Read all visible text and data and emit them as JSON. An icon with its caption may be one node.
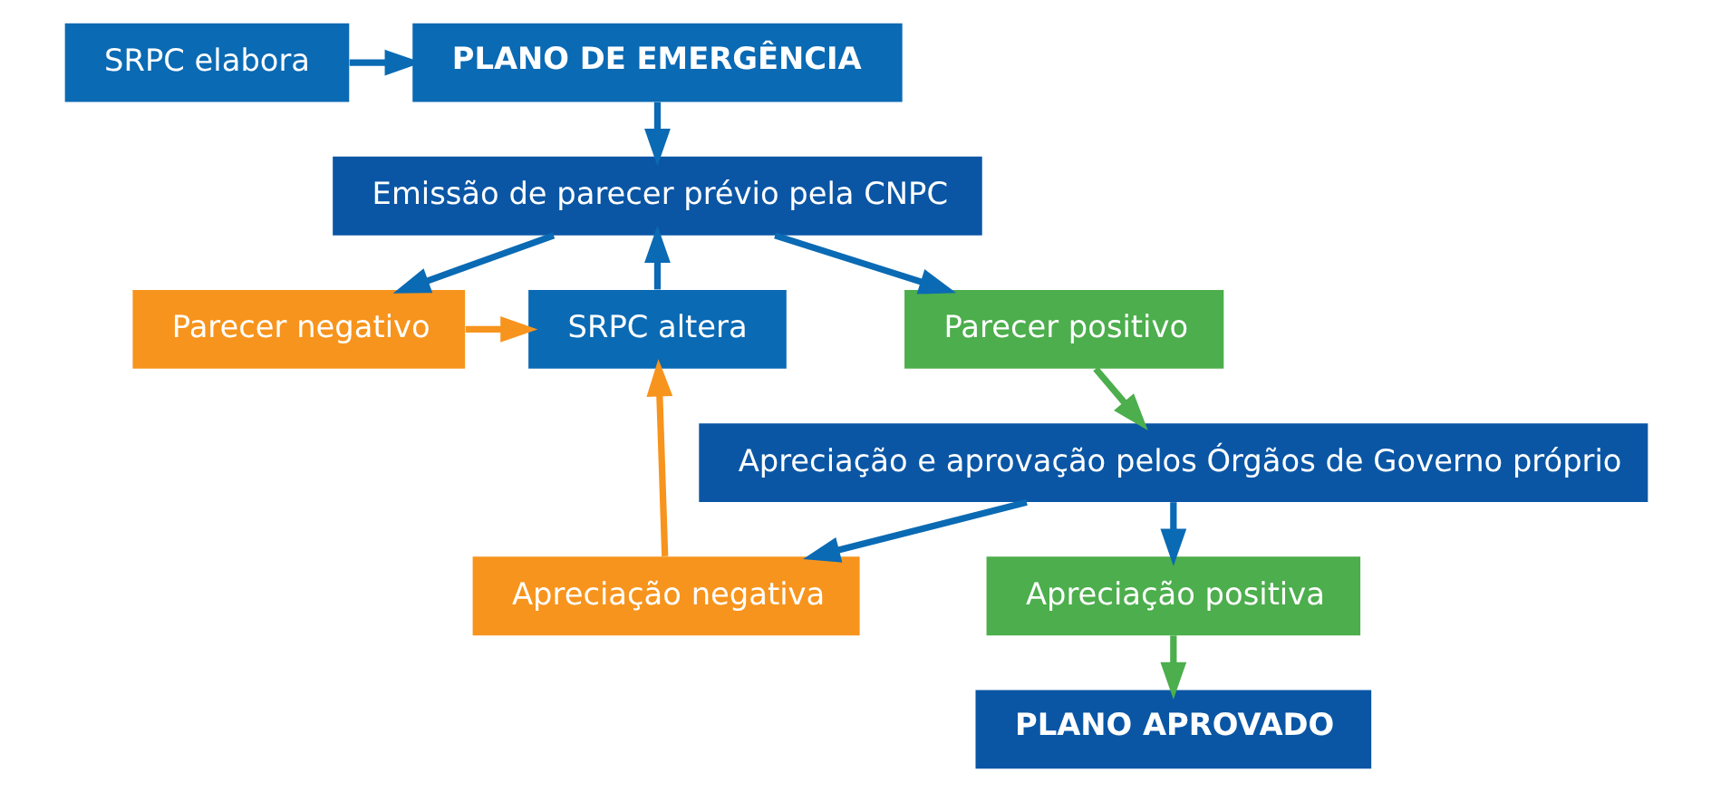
{
  "diagram": {
    "nodes": [
      {
        "text": [
          "SRPC elabora"
        ]
      },
      {
        "text": [
          "PLANO DE EMERGÊNCIA"
        ]
      },
      {
        "text": [
          "Emissão de parecer prévio pela CNPC"
        ]
      },
      {
        "text": [
          "SRPC altera"
        ]
      },
      {
        "text": [
          "Parecer negativo"
        ]
      },
      {
        "text": [
          "Parecer positivo"
        ]
      },
      {
        "text": [
          "Apreciação e aprovação pelos Órgãos de Governo próprio"
        ]
      },
      {
        "text": [
          "Apreciação negativa"
        ]
      },
      {
        "text": [
          "Apreciação positiva"
        ]
      },
      {
        "text": [
          "PLANO APROVADO"
        ]
      }
    ],
    "edges": [
      {
        "from": 0,
        "to": 1,
        "arrow": "to"
      },
      {
        "from": 1,
        "to": 2,
        "arrow": "to"
      },
      {
        "from": 2,
        "to": 4,
        "arrow": "to"
      },
      {
        "from": 2,
        "to": 5,
        "arrow": "to"
      },
      {
        "from": 4,
        "to": 3,
        "arrow": "to",
        "color": "#f7941d"
      },
      {
        "from": 3,
        "to": 2,
        "arrow": "to"
      },
      {
        "from": 5,
        "to": 6,
        "arrow": "to",
        "color": "#4cae4c"
      },
      {
        "from": 6,
        "to": 7,
        "arrow": "to"
      },
      {
        "from": 6,
        "to": 8,
        "arrow": "to"
      },
      {
        "from": 7,
        "to": 3,
        "arrow": "to",
        "color": "#f7941d"
      },
      {
        "from": 8,
        "to": 9,
        "arrow": "to",
        "color": "#4cae4c"
      }
    ]
  }
}
